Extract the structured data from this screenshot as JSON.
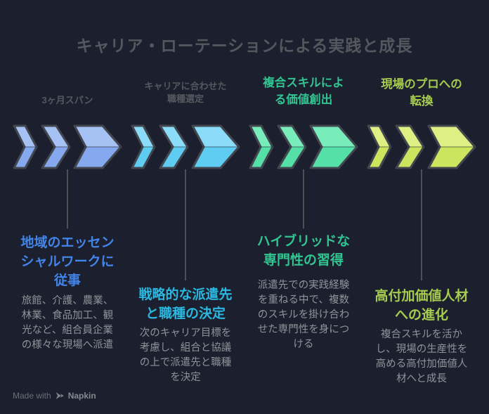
{
  "title": "キャリア・ローテーションによる実践と成長",
  "stages": [
    {
      "label": "3ヶ月スパン",
      "heading": "地域のエッセン\nシャルワークに\n従事",
      "body": "旅館、介護、農業、\n林業、食品加工、観\n光など、組合員企業\nの様々な現場へ派遣",
      "label_color": "#55585e",
      "heading_color": "#4284e8",
      "chevron_top": "#a6c1f4",
      "chevron_bottom": "#85a8ee"
    },
    {
      "label": "キャリアに合わせた\n職種選定",
      "heading": "戦略的な派遣先\nと職種の決定",
      "body": "次のキャリア目標を\n考慮し、組合と協議\nの上で派遣先と職種\nを決定",
      "label_color": "#55585e",
      "heading_color": "#2ab7e0",
      "chevron_top": "#8adcf8",
      "chevron_bottom": "#5fccf2"
    },
    {
      "label": "複合スキルによ\nる価値創出",
      "heading": "ハイブリッドな\n専門性の習得",
      "body": "派遣先での実践経験\nを重ねる中で、複数\nのスキルを掛け合わ\nせた専門性を身につ\nける",
      "label_color": "#31c491",
      "heading_color": "#31c491",
      "chevron_top": "#79ecbc",
      "chevron_bottom": "#55e0a8"
    },
    {
      "label": "現場のプロへの\n転換",
      "heading": "高付加価値人材\nへの進化",
      "body": "複合スキルを活か\nし、現場の生産性を\n高める高付加価値人\n材へと成長",
      "label_color": "#a5cb4f",
      "heading_color": "#a5cb4f",
      "chevron_top": "#def083",
      "chevron_bottom": "#cde55e"
    }
  ],
  "footer": {
    "made_with": "Made with",
    "brand": "Napkin"
  },
  "colors": {
    "background": "#1c202e",
    "title": "#54575d",
    "body_text": "#8f9298",
    "connector": "#4d5055",
    "chevron_outline": "#42464e"
  }
}
